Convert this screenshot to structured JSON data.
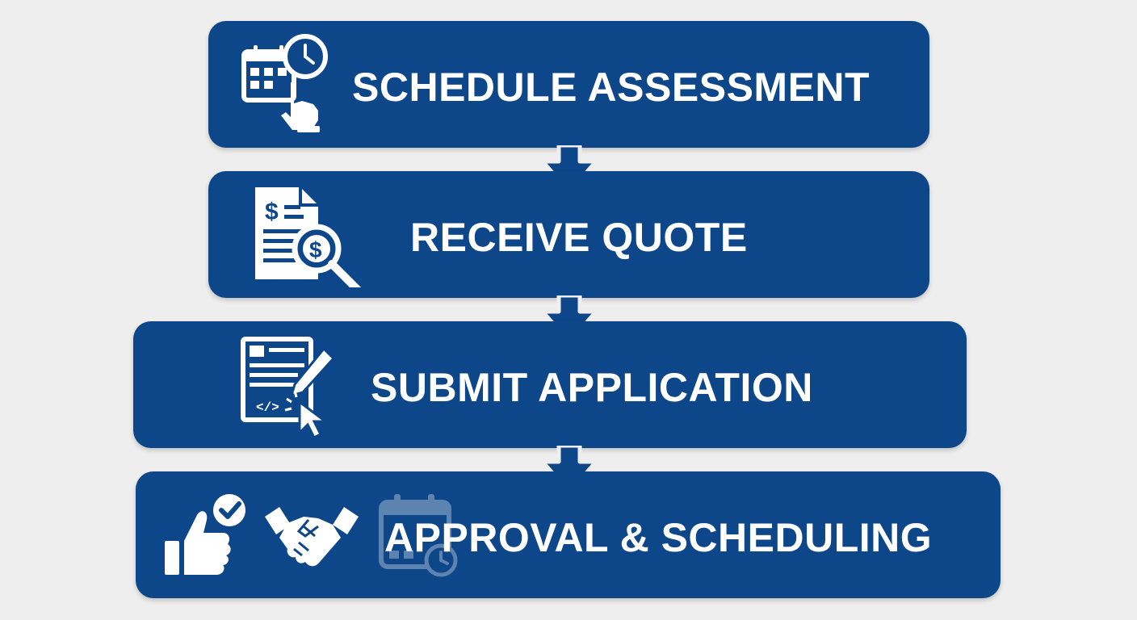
{
  "steps": [
    {
      "label": "SCHEDULE ASSESSMENT",
      "icon": "calendar-clock-hand-icon"
    },
    {
      "label": "RECEIVE QUOTE",
      "icon": "dollar-document-magnifier-icon"
    },
    {
      "label": "SUBMIT APPLICATION",
      "icon": "form-pen-cursor-icon"
    },
    {
      "label": "APPROVAL & SCHEDULING",
      "icons": [
        "thumbs-up-check-icon",
        "handshake-icon",
        "calendar-clock-icon"
      ]
    }
  ],
  "colors": {
    "box": "#0d4689",
    "background": "#eeeeee",
    "text": "#ffffff",
    "arrow_stroke": "#eeeeee"
  }
}
